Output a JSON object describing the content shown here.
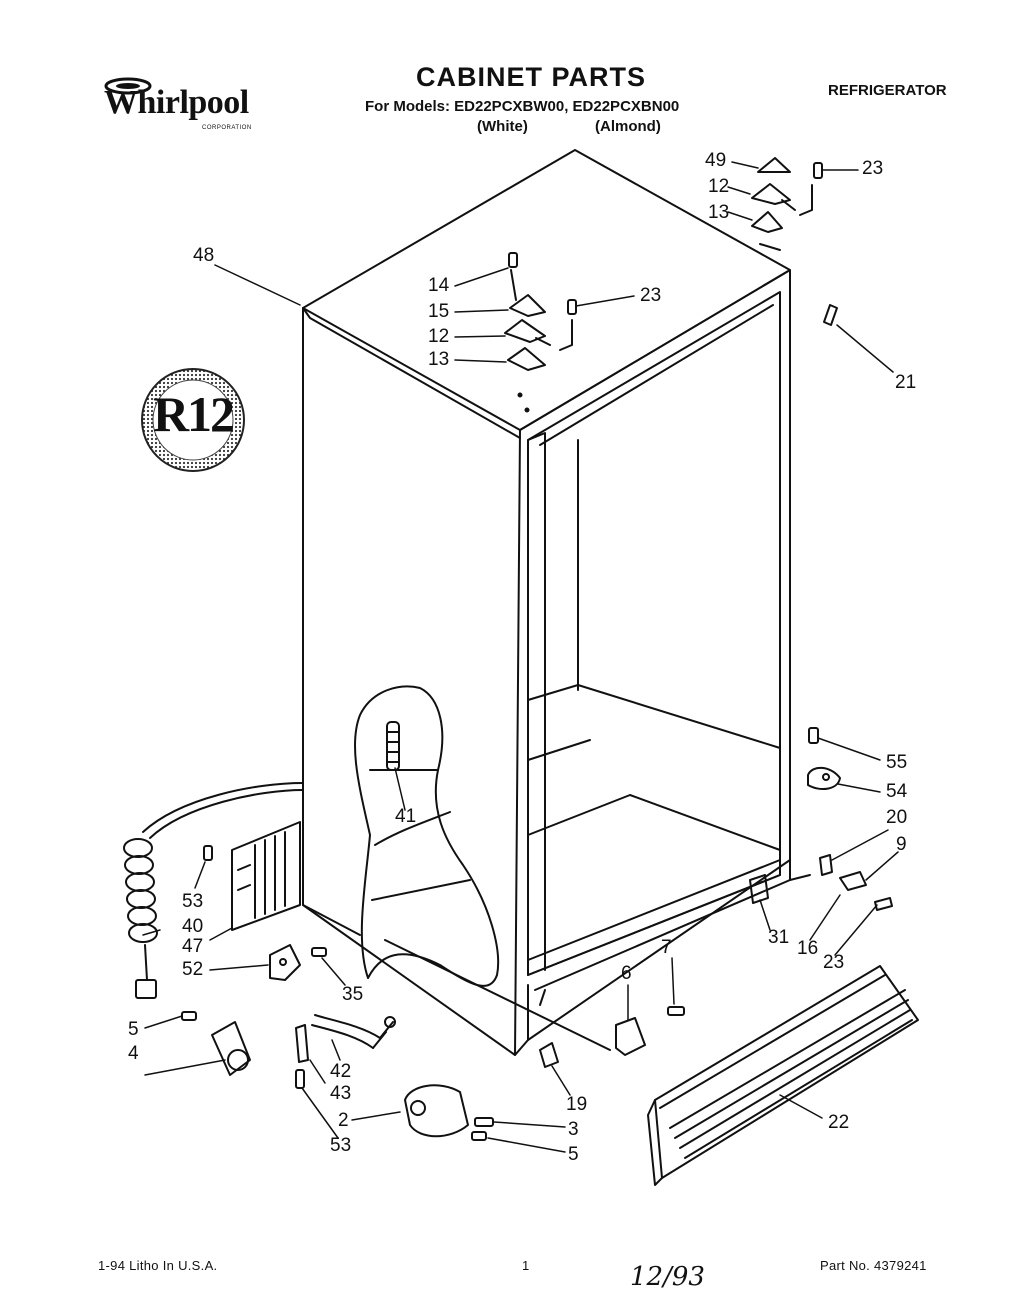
{
  "header": {
    "brand": "Whirlpool",
    "brand_sub": "CORPORATION",
    "title": "CABINET PARTS",
    "models_line": "For Models: ED22PCXBW00, ED22PCXBN00",
    "color_white": "(White)",
    "color_almond": "(Almond)",
    "product_type": "REFRIGERATOR"
  },
  "badge": {
    "text": "R12"
  },
  "callouts": [
    {
      "id": "c49",
      "label": "49"
    },
    {
      "id": "c23a",
      "label": "23"
    },
    {
      "id": "c12a",
      "label": "12"
    },
    {
      "id": "c13a",
      "label": "13"
    },
    {
      "id": "c48",
      "label": "48"
    },
    {
      "id": "c14",
      "label": "14"
    },
    {
      "id": "c23b",
      "label": "23"
    },
    {
      "id": "c15",
      "label": "15"
    },
    {
      "id": "c12b",
      "label": "12"
    },
    {
      "id": "c13b",
      "label": "13"
    },
    {
      "id": "c21",
      "label": "21"
    },
    {
      "id": "c41",
      "label": "41"
    },
    {
      "id": "c55",
      "label": "55"
    },
    {
      "id": "c54",
      "label": "54"
    },
    {
      "id": "c20",
      "label": "20"
    },
    {
      "id": "c9",
      "label": "9"
    },
    {
      "id": "c53a",
      "label": "53"
    },
    {
      "id": "c40",
      "label": "40"
    },
    {
      "id": "c47",
      "label": "47"
    },
    {
      "id": "c52",
      "label": "52"
    },
    {
      "id": "c35",
      "label": "35"
    },
    {
      "id": "c31",
      "label": "31"
    },
    {
      "id": "c16",
      "label": "16"
    },
    {
      "id": "c23c",
      "label": "23"
    },
    {
      "id": "c7",
      "label": "7"
    },
    {
      "id": "c6",
      "label": "6"
    },
    {
      "id": "c5a",
      "label": "5"
    },
    {
      "id": "c4",
      "label": "4"
    },
    {
      "id": "c42",
      "label": "42"
    },
    {
      "id": "c43",
      "label": "43"
    },
    {
      "id": "c19",
      "label": "19"
    },
    {
      "id": "c22",
      "label": "22"
    },
    {
      "id": "c2",
      "label": "2"
    },
    {
      "id": "c53b",
      "label": "53"
    },
    {
      "id": "c3",
      "label": "3"
    },
    {
      "id": "c5b",
      "label": "5"
    }
  ],
  "footer": {
    "litho": "1-94 Litho In U.S.A.",
    "page": "1",
    "date_handwritten": "12/93",
    "part_no": "Part No. 4379241"
  }
}
